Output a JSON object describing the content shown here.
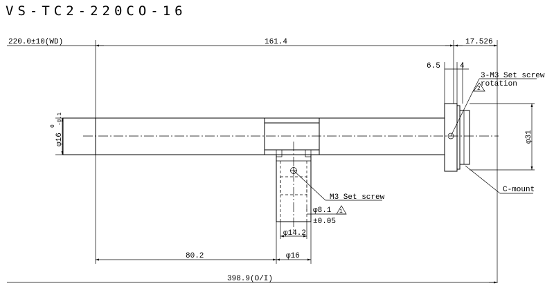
{
  "title": "VS-TC2-220CO-16",
  "dimensions": {
    "wd": "220.0±10(WD)",
    "length_161": "161.4",
    "length_17": "17.526",
    "d_6_5": "6.5",
    "d_4": "4",
    "dia_16": "φ16",
    "dia_16_tol_upper": "0",
    "dia_16_tol_lower": "-0.1",
    "dia_31": "φ31",
    "dia_8_1": "φ8.1",
    "tol_0_05": "±0.05",
    "dia_14_2": "φ14.2",
    "dia_16_bottom": "φ16",
    "length_80": "80.2",
    "total_oi": "398.9(O/I)"
  },
  "labels": {
    "set_screw_3m3": "3-M3 Set screw",
    "rotation": "rotation",
    "m3_set_screw": "M3 Set screw",
    "c_mount": "C-mount",
    "note_1": "1",
    "note_2": "2"
  }
}
